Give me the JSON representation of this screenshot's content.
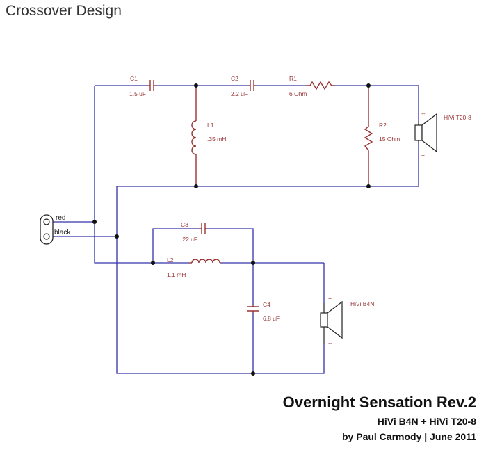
{
  "page": {
    "title": "Crossover Design"
  },
  "components": {
    "c1": {
      "name": "C1",
      "value": "1.5 uF"
    },
    "c2": {
      "name": "C2",
      "value": "2.2 uF"
    },
    "r1": {
      "name": "R1",
      "value": "6 Ohm"
    },
    "l1": {
      "name": "L1",
      "value": ".35 mH"
    },
    "r2": {
      "name": "R2",
      "value": "15 Ohm"
    },
    "c3": {
      "name": "C3",
      "value": ".22 uF"
    },
    "l2": {
      "name": "L2",
      "value": "1.1 mH"
    },
    "c4": {
      "name": "C4",
      "value": "6.8 uF"
    }
  },
  "input": {
    "red": "red",
    "black": "black"
  },
  "speakers": {
    "tweeter": {
      "name": "HiVi T20-8",
      "minus": "--",
      "plus": "+"
    },
    "woofer": {
      "name": "HiVi B4N",
      "minus": "--",
      "plus": "+"
    }
  },
  "credits": {
    "title": "Overnight Sensation Rev.2",
    "drivers": "HiVi B4N + HiVi T20-8",
    "author": "by Paul Carmody | June 2011"
  },
  "colors": {
    "wire": "#3333aa",
    "component": "#993333",
    "text": "#222222"
  }
}
